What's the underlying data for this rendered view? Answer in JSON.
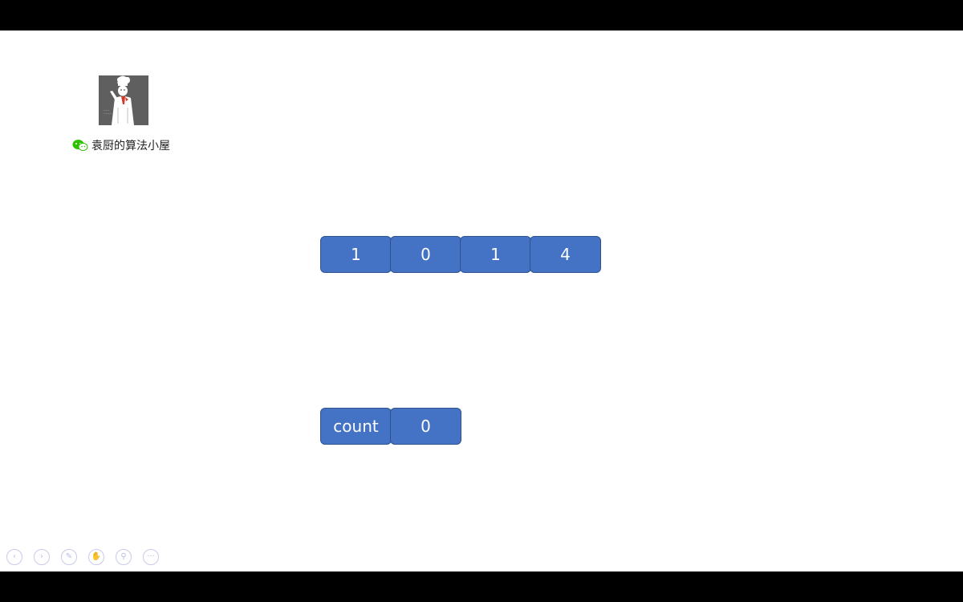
{
  "header": {
    "caption": "袁厨的算法小屋",
    "logo_icon": "chef-avatar-logo",
    "caption_icon": "wechat-icon"
  },
  "array": {
    "values": [
      "1",
      "0",
      "1",
      "4"
    ]
  },
  "counter": {
    "label": "count",
    "value": "0"
  },
  "colors": {
    "cell_fill": "#4472c4",
    "cell_border": "#2f528f",
    "background": "#ffffff",
    "letterbox": "#000000"
  },
  "controls": [
    {
      "name": "prev-icon",
      "glyph": "‹"
    },
    {
      "name": "next-icon",
      "glyph": "›"
    },
    {
      "name": "pen-icon",
      "glyph": "✎"
    },
    {
      "name": "hand-icon",
      "glyph": "✋"
    },
    {
      "name": "zoom-icon",
      "glyph": "⚲"
    },
    {
      "name": "more-icon",
      "glyph": "···"
    }
  ]
}
